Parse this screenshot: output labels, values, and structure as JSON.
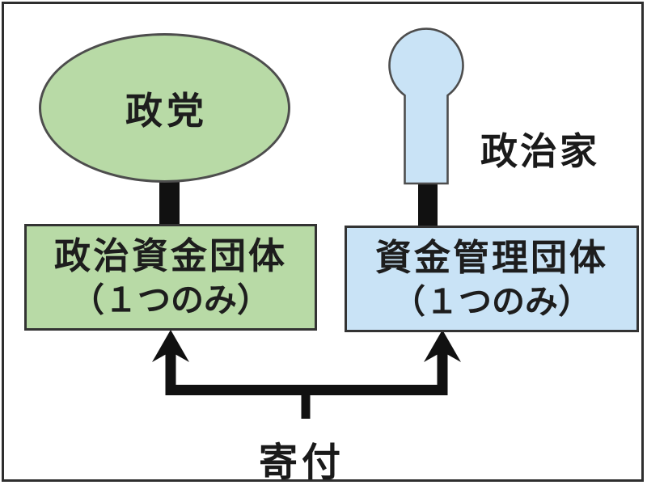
{
  "diagram": {
    "party": {
      "label": "政党"
    },
    "politician": {
      "label": "政治家"
    },
    "left_box": {
      "line1": "政治資金団体",
      "line2": "（１つのみ）"
    },
    "right_box": {
      "line1": "資金管理団体",
      "line2": "（１つのみ）"
    },
    "donation": {
      "label": "寄付"
    },
    "colors": {
      "party_green": "#b8daa6",
      "politician_blue": "#c9e3f6",
      "shape_outline": "#4d4d4d",
      "box_border": "#333333",
      "connector_black": "#111111",
      "frame_border": "#2e2e2e",
      "background": "#ffffff",
      "text": "#1d1d1d"
    }
  }
}
